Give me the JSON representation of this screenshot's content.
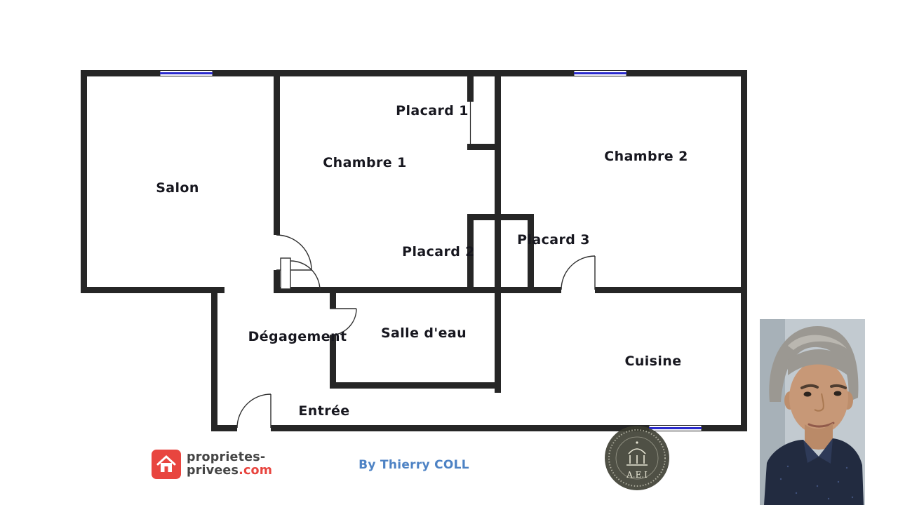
{
  "floor_plan": {
    "wall_color": "#262626",
    "window_color": "#2a2acc",
    "rooms": [
      {
        "id": "salon",
        "label": "Salon"
      },
      {
        "id": "chambre-1",
        "label": "Chambre 1"
      },
      {
        "id": "placard-1",
        "label": "Placard 1"
      },
      {
        "id": "chambre-2",
        "label": "Chambre 2"
      },
      {
        "id": "placard-2",
        "label": "Placard 2"
      },
      {
        "id": "placard-3",
        "label": "Placard 3"
      },
      {
        "id": "degagement",
        "label": "Dégagement"
      },
      {
        "id": "salle-deau",
        "label": "Salle d'eau"
      },
      {
        "id": "cuisine",
        "label": "Cuisine"
      },
      {
        "id": "entree",
        "label": "Entrée"
      }
    ]
  },
  "footer": {
    "byline": "By Thierry COLL",
    "byline_color": "#4d82c4",
    "logo": {
      "line1": "proprietes-",
      "line2": "privees",
      "suffix": ".com",
      "brand_color": "#e8453f"
    },
    "seal": {
      "label": "A.E.I"
    }
  }
}
